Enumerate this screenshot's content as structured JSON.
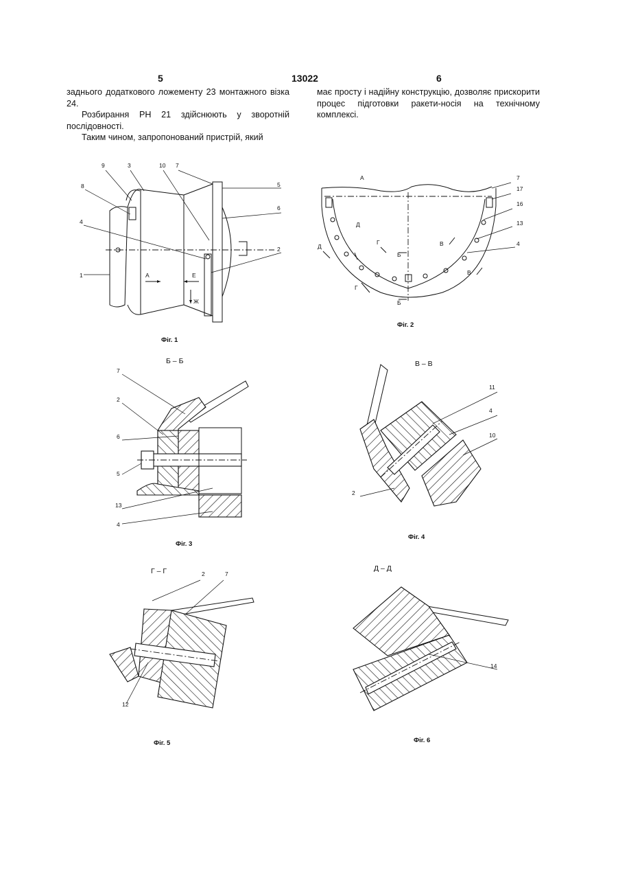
{
  "header": {
    "page_left": "5",
    "doc_number": "13022",
    "page_right": "6"
  },
  "text": {
    "left_p1": "заднього додаткового ложементу 23 монтажного візка 24.",
    "left_p2": "Розбирання РН 21 здійснюють у зворотній послідовності.",
    "left_p3": "Таким чином, запропонований пристрій, який",
    "right_p1": "має просту і надійну конструкцію, дозволяє прискорити процес підготовки ракети-носія на технічному комплексі."
  },
  "fig1": {
    "caption": "Фіг. 1",
    "labels": [
      "9",
      "3",
      "10",
      "7",
      "5",
      "8",
      "6",
      "4",
      "2",
      "1"
    ],
    "arrow_labels": [
      "А",
      "Е",
      "Ж"
    ]
  },
  "fig2": {
    "caption": "Фіг. 2",
    "labels": [
      "7",
      "17",
      "16",
      "13",
      "4"
    ],
    "top_letter": "А",
    "section_marks": [
      "Д",
      "Д",
      "Г",
      "Г",
      "Б",
      "Б",
      "В",
      "В"
    ]
  },
  "fig3": {
    "caption": "Фіг. 3",
    "section_title": "Б – Б",
    "labels": [
      "7",
      "2",
      "6",
      "5",
      "13",
      "4"
    ]
  },
  "fig4": {
    "caption": "Фіг. 4",
    "section_title": "В – В",
    "labels": [
      "11",
      "4",
      "10",
      "2"
    ]
  },
  "fig5": {
    "caption": "Фіг. 5",
    "section_title": "Г – Г",
    "labels": [
      "2",
      "7",
      "12"
    ]
  },
  "fig6": {
    "caption": "Фіг. 6",
    "section_title": "Д – Д",
    "labels": [
      "14"
    ]
  }
}
